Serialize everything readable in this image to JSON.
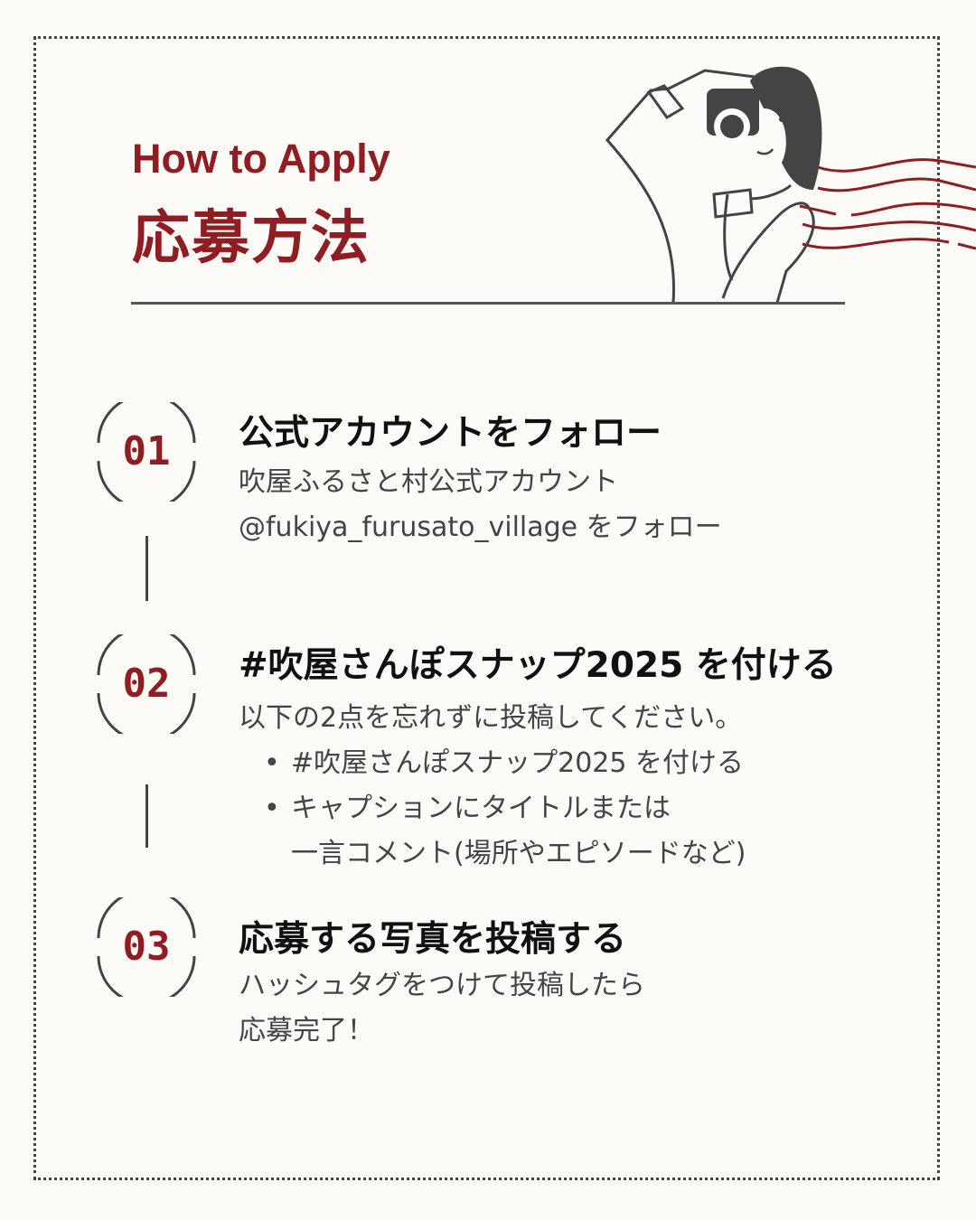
{
  "header": {
    "title_en": "How to Apply",
    "title_jp": "応募方法"
  },
  "steps": [
    {
      "number": "01",
      "title": "公式アカウントをフォロー",
      "lines": [
        "吹屋ふるさと村公式アカウント",
        "@fukiya_furusato_village をフォロー"
      ]
    },
    {
      "number": "02",
      "title": "#吹屋さんぽスナップ2025 を付ける",
      "intro": "以下の2点を忘れずに投稿してください。",
      "bullets": [
        "#吹屋さんぽスナップ2025 を付ける",
        "キャプションにタイトルまたは"
      ],
      "bullet_cont": "一言コメント(場所やエピソードなど)"
    },
    {
      "number": "03",
      "title": "応募する写真を投稿する",
      "lines": [
        "ハッシュタグをつけて投稿したら",
        "応募完了！"
      ]
    }
  ],
  "colors": {
    "accent": "#8f1d22",
    "text": "#444444",
    "background": "#fcfbf8"
  }
}
